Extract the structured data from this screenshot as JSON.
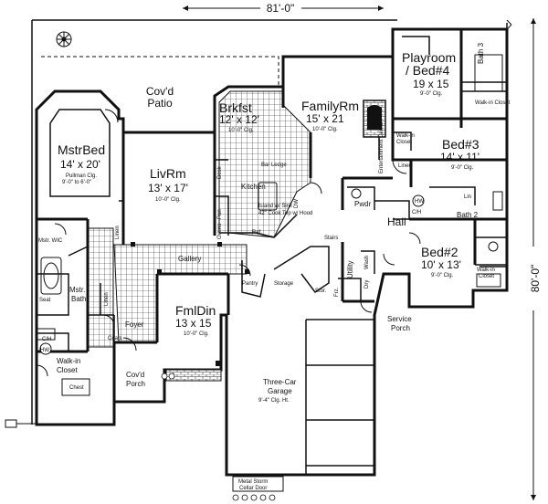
{
  "dimensions": {
    "width": "81'-0\"",
    "depth": "80'-0\""
  },
  "rooms": {
    "playroom": {
      "name": "Playroom\n/ Bed#4",
      "size": "19 x 15",
      "name_l1": "Playroom",
      "name_l2": "/ Bed#4",
      "ceiling": "9'-0\" Clg."
    },
    "bath3": {
      "name": "Bath 3"
    },
    "walkin_playroom": {
      "name": "Walk-in Closet"
    },
    "covd_patio": {
      "name_l1": "Cov'd",
      "name_l2": "Patio"
    },
    "mstr_bed": {
      "name": "MstrBed",
      "size": "14' x 20'",
      "ceiling_l1": "Pullman Clg.",
      "ceiling_l2": "9'-0\" to 6'-0\""
    },
    "brkfst": {
      "name": "Brkfst",
      "size": "12' x 12'",
      "ceiling": "10'-0\" Clg."
    },
    "family_rm": {
      "name": "FamilyRm",
      "size": "15' x 21",
      "ceiling": "10'-0\" Clg."
    },
    "walkin_closet_fr": {
      "name_l1": "Walk-in",
      "name_l2": "Closet"
    },
    "ent_center": {
      "name": "Entertainment Center"
    },
    "linen_upper": {
      "name": "Linen"
    },
    "bed3": {
      "name": "Bed#3",
      "size": "14' x 11'",
      "ceiling": "9'-0\" Clg."
    },
    "liv_rm": {
      "name": "LivRm",
      "size": "13' x 17'",
      "ceiling": "10'-0\" Clg."
    },
    "kitchen": {
      "name": "Kitchen",
      "bar_ledge": "Bar Ledge",
      "island": "Island w/ Sink",
      "cooktop": "42\" Cook Top w/ Hood",
      "ref": "Ref.",
      "desk": "Desk",
      "dw": "DW",
      "pan": "Pan",
      "ovens": "Ovens"
    },
    "pwdr": {
      "name": "Pwdr"
    },
    "hall": {
      "name": "Hall"
    },
    "bath2": {
      "name": "Bath 2"
    },
    "lin_bath": {
      "name": "Lin"
    },
    "ch_right": {
      "name": "C/H"
    },
    "hw_right": {
      "name": "HW"
    },
    "mstr_wic": {
      "name": "Mstr. WIC"
    },
    "linen_left": {
      "name": "Linen"
    },
    "gallery": {
      "name": "Gallery"
    },
    "stairs": {
      "name": "Stairs"
    },
    "bed2": {
      "name": "Bed#2",
      "size": "10' x 13'",
      "ceiling": "9'-0\" Clg."
    },
    "walkin_bed2": {
      "name_l1": "Walk-in",
      "name_l2": "Closet"
    },
    "mstr_bath": {
      "name_l1": "Mstr.",
      "name_l2": "Bath"
    },
    "seat": {
      "name": "Seat"
    },
    "linen_bath": {
      "name": "Linen"
    },
    "pantry": {
      "name": "Pantry"
    },
    "storage": {
      "name": "Storage"
    },
    "stor": {
      "name": "Stor."
    },
    "utility": {
      "name": "Utility"
    },
    "frz": {
      "name": "Frz."
    },
    "dry": {
      "name": "Dry"
    },
    "wash": {
      "name": "Wash"
    },
    "fml_din": {
      "name": "FmlDin",
      "size": "13 x 15",
      "ceiling": "10'-0\" Clg."
    },
    "foyer": {
      "name": "Foyer"
    },
    "coats": {
      "name": "Coats"
    },
    "ch_left": {
      "name": "C/H"
    },
    "hw_left": {
      "name": "HW"
    },
    "walkin_master": {
      "name_l1": "Walk-in",
      "name_l2": "Closet"
    },
    "chest": {
      "name": "Chest"
    },
    "covd_porch": {
      "name_l1": "Cov'd",
      "name_l2": "Porch"
    },
    "service_porch": {
      "name_l1": "Service",
      "name_l2": "Porch"
    },
    "garage": {
      "name_l1": "Three-Car",
      "name_l2": "Garage",
      "ceiling": "9'-4\" Clg. Ht."
    },
    "storm_door": {
      "name_l1": "Metal Storm",
      "name_l2": "Cellar Door"
    }
  }
}
